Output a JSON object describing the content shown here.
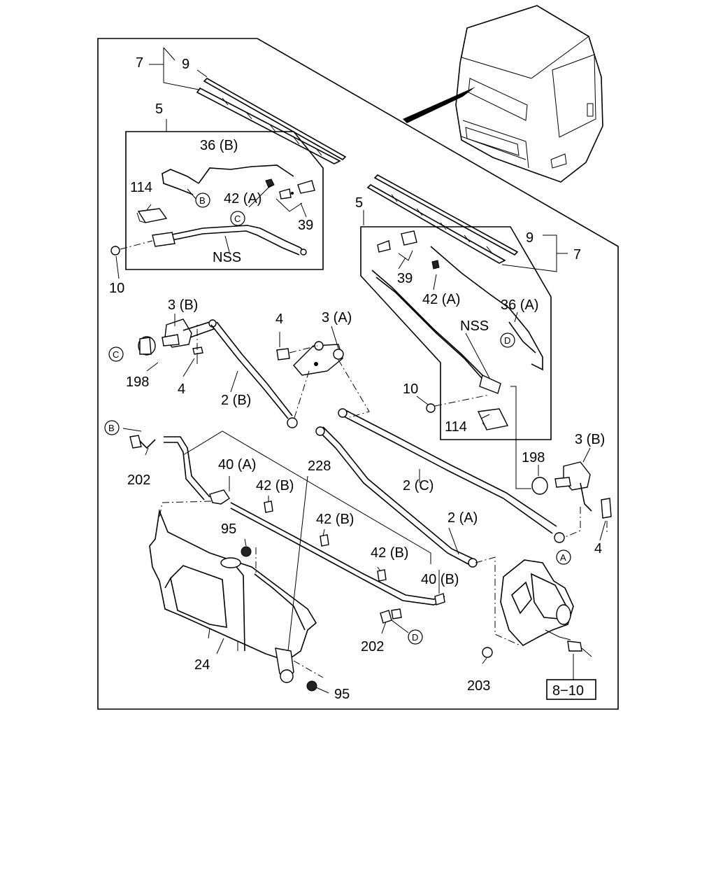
{
  "diagram": {
    "labels": {
      "l7_left": "7",
      "l9_left": "9",
      "l5_left": "5",
      "l36b": "36 (B)",
      "l114_left": "114",
      "l42a_left": "42 (A)",
      "l39_left": "39",
      "lnss_left": "NSS",
      "l10_left": "10",
      "l5_right": "5",
      "l9_right": "9",
      "l7_right": "7",
      "l39_right": "39",
      "l42a_right": "42 (A)",
      "l36a": "36 (A)",
      "lnss_right": "NSS",
      "l10_right": "10",
      "l114_right": "114",
      "l3b_left": "3 (B)",
      "l198_left": "198",
      "l4_left_low": "4",
      "l2b": "2 (B)",
      "l4_mid": "4",
      "l3a": "3 (A)",
      "l3b_right": "3 (B)",
      "l198_right": "198",
      "l4_right": "4",
      "l2c": "2 (C)",
      "l202_left": "202",
      "l40a": "40 (A)",
      "l42b_1": "42 (B)",
      "l228": "228",
      "l42b_2": "42 (B)",
      "l95_top": "95",
      "l2a": "2 (A)",
      "l42b_3": "42 (B)",
      "l40b": "40 (B)",
      "l202_right": "202",
      "l24": "24",
      "l95_bottom": "95",
      "l203": "203",
      "l8_10": "8−10"
    },
    "callouts": {
      "b_left_top": "B",
      "c_left_arm": "C",
      "d_right_hose": "D",
      "c_left_motor": "C",
      "b_left_mid": "B",
      "a_motor": "A",
      "d_bottom": "D"
    }
  }
}
